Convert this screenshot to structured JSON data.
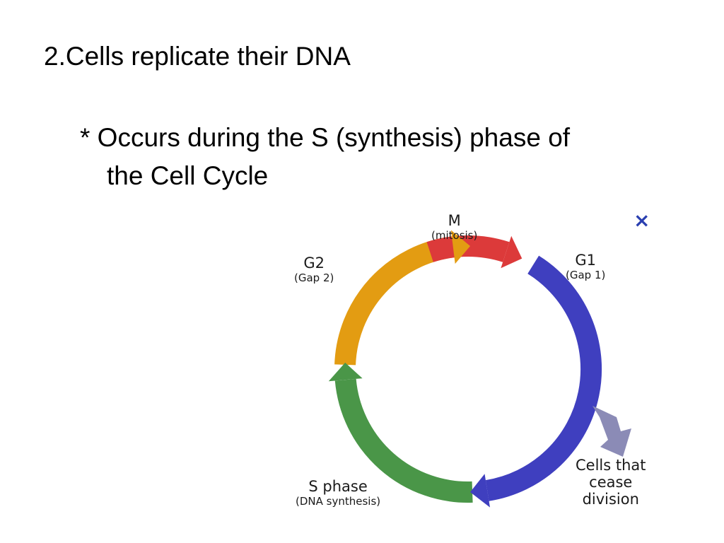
{
  "slide": {
    "heading": "2.Cells replicate their DNA",
    "bullet_line1": "* Occurs during  the S (synthesis) phase of",
    "bullet_line2": "the Cell Cycle"
  },
  "diagram": {
    "close_glyph": "×",
    "phases": [
      {
        "id": "m",
        "label": "M",
        "sublabel": "(mitosis)",
        "color": "#dc3a3a"
      },
      {
        "id": "g1",
        "label": "G1",
        "sublabel": "(Gap 1)",
        "color": "#3f3fbf"
      },
      {
        "id": "s",
        "label": "S phase",
        "sublabel": "(DNA synthesis)",
        "color": "#4a9648"
      },
      {
        "id": "g2",
        "label": "G2",
        "sublabel": "(Gap 2)",
        "color": "#e39c12"
      }
    ],
    "exit_label": [
      "Cells that",
      "cease",
      "division"
    ],
    "exit_color": "#8b8bb6"
  }
}
